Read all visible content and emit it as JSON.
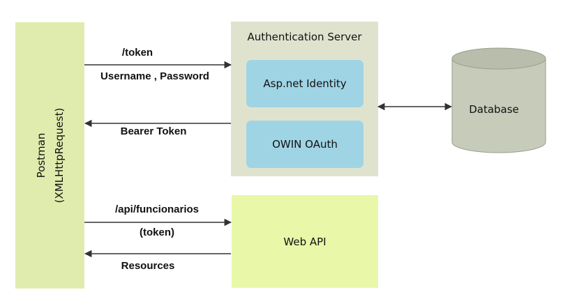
{
  "client": {
    "line1": "Postman",
    "line2": "(XMLHttpRequest)"
  },
  "auth_server": {
    "title": "Authentication Server",
    "components": [
      "Asp.net Identity",
      "OWIN OAuth"
    ]
  },
  "web_api": {
    "label": "Web API"
  },
  "database": {
    "label": "Database"
  },
  "flows": {
    "token_request": {
      "endpoint": "/token",
      "payload": "Username , Password"
    },
    "token_response": {
      "label": "Bearer Token"
    },
    "api_request": {
      "endpoint": "/api/funcionarios",
      "payload": "(token)"
    },
    "api_response": {
      "label": "Resources"
    }
  },
  "colors": {
    "client": "#e0ecad",
    "auth_server": "#dfe3ce",
    "component": "#9fd4e4",
    "web_api": "#e8f7a8",
    "database": "#c7cbba"
  }
}
